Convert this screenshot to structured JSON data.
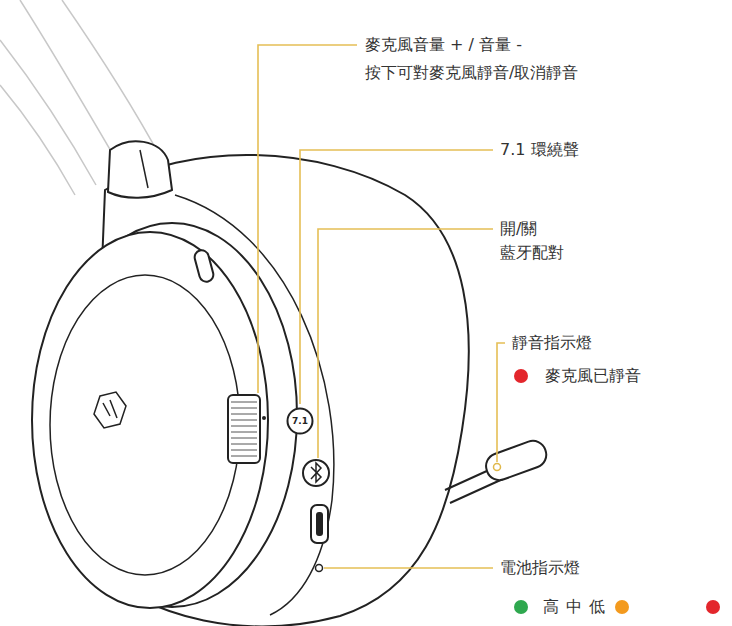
{
  "diagram": {
    "nodes": [
      {
        "text": [
          "7.1"
        ]
      }
    ],
    "labels": [
      "麥克風音量 + / 音量 -",
      "按下可對麥克風靜音/取消靜音",
      "7.1 環繞聲",
      "開/關",
      "藍牙配對",
      "靜音指示燈",
      "電池指示燈"
    ],
    "legend": [
      {
        "text": "麥克風已靜音",
        "color": "#e3262c"
      },
      {
        "text": "高",
        "color": "#2fa84f"
      },
      {
        "text": "中",
        "color": "#f39a1e"
      },
      {
        "text": "低",
        "color": "#e3262c"
      }
    ]
  }
}
